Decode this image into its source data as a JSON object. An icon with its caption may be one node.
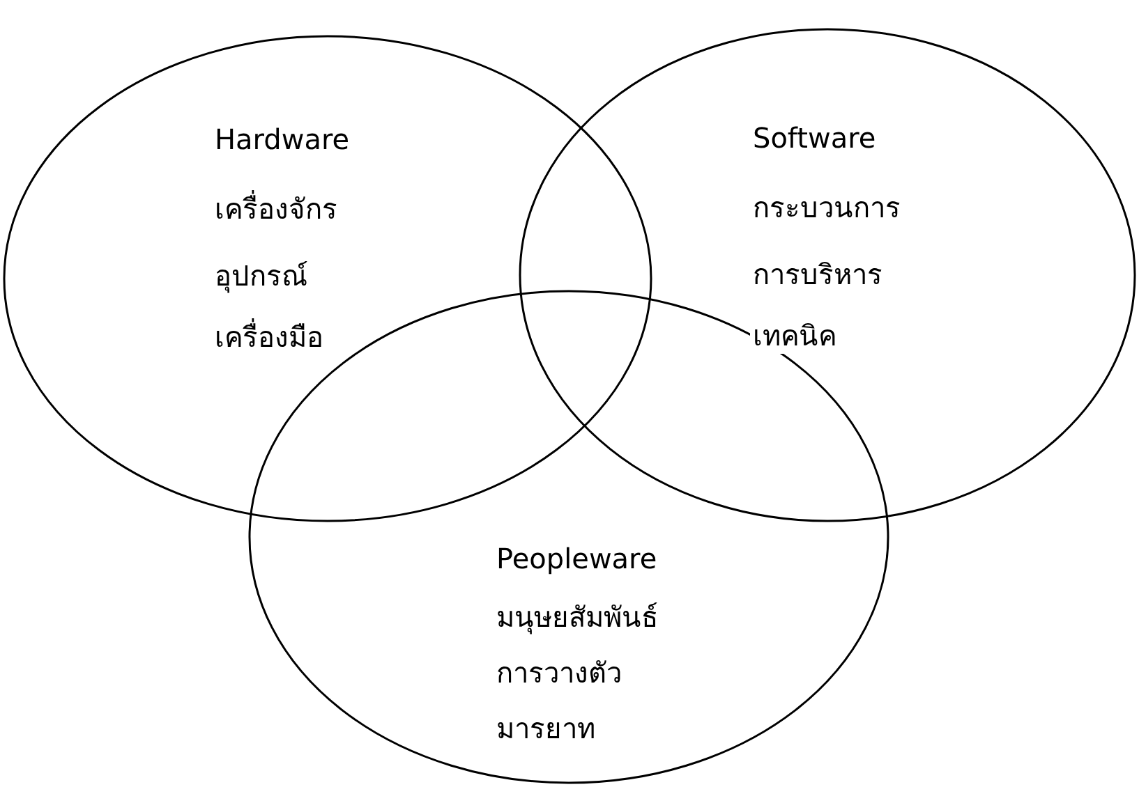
{
  "diagram": {
    "nodes": [
      {
        "text": [
          "Hardware",
          "เครื่องจักร",
          "อุปกรณ์",
          "เครื่องมือ"
        ]
      },
      {
        "text": [
          "Software",
          "กระบวนการ",
          "การบริหาร",
          "เทคนิค"
        ]
      },
      {
        "text": [
          "Peopleware",
          "มนุษยสัมพันธ์",
          "การวางตัว",
          "มารยาท"
        ]
      }
    ],
    "edges": []
  }
}
